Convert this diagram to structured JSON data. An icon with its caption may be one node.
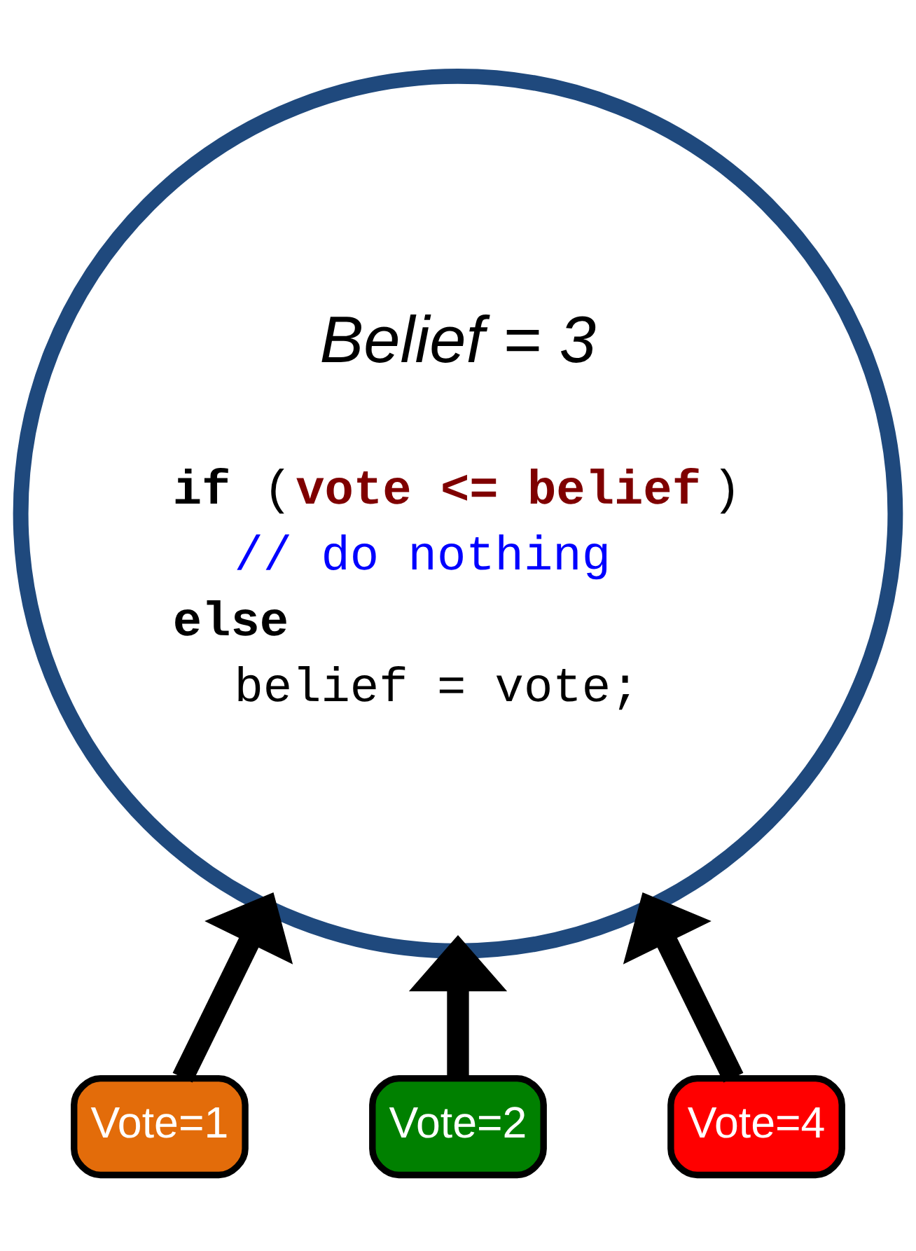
{
  "diagram": {
    "nodes": [
      {
        "text": [
          "Belief = 3",
          "**if** (**vote <= belief**)",
          "// do nothing",
          "**else**",
          "belief = vote;"
        ]
      },
      {
        "text": [
          "Vote=1"
        ]
      },
      {
        "text": [
          "Vote=2"
        ]
      },
      {
        "text": [
          "Vote=4"
        ]
      }
    ],
    "edges": [
      {
        "from": 1,
        "to": 0,
        "arrow": "to"
      },
      {
        "from": 2,
        "to": 0,
        "arrow": "to"
      },
      {
        "from": 3,
        "to": 0,
        "arrow": "to"
      }
    ]
  }
}
